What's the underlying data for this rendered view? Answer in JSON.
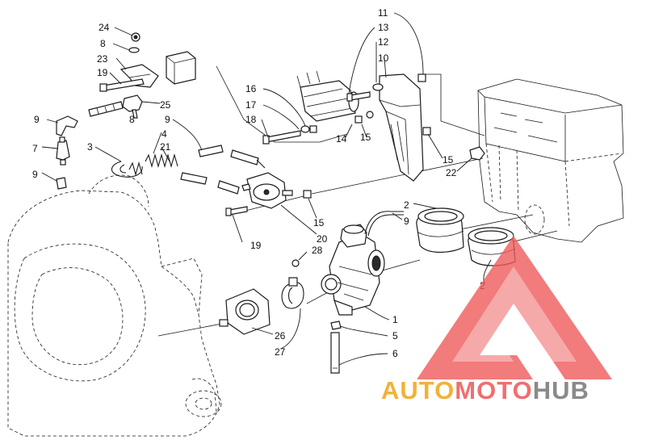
{
  "callouts": [
    {
      "id": "c24",
      "text": "24"
    },
    {
      "id": "c8a",
      "text": "8"
    },
    {
      "id": "c23",
      "text": "23"
    },
    {
      "id": "c19a",
      "text": "19"
    },
    {
      "id": "c25",
      "text": "25"
    },
    {
      "id": "c8b",
      "text": "8"
    },
    {
      "id": "c9a",
      "text": "9"
    },
    {
      "id": "c7",
      "text": "7"
    },
    {
      "id": "c9b",
      "text": "9"
    },
    {
      "id": "c3",
      "text": "3"
    },
    {
      "id": "c4",
      "text": "4"
    },
    {
      "id": "c21",
      "text": "21"
    },
    {
      "id": "c9c",
      "text": "9"
    },
    {
      "id": "c16",
      "text": "16"
    },
    {
      "id": "c17",
      "text": "17"
    },
    {
      "id": "c18",
      "text": "18"
    },
    {
      "id": "c14",
      "text": "14"
    },
    {
      "id": "c15a",
      "text": "15"
    },
    {
      "id": "c11",
      "text": "11"
    },
    {
      "id": "c13",
      "text": "13"
    },
    {
      "id": "c12",
      "text": "12"
    },
    {
      "id": "c10",
      "text": "10"
    },
    {
      "id": "c15b",
      "text": "15"
    },
    {
      "id": "c22",
      "text": "22"
    },
    {
      "id": "c15c",
      "text": "15"
    },
    {
      "id": "c19b",
      "text": "19"
    },
    {
      "id": "c20",
      "text": "20"
    },
    {
      "id": "c2a",
      "text": "2"
    },
    {
      "id": "c9d",
      "text": "9"
    },
    {
      "id": "c28",
      "text": "28"
    },
    {
      "id": "c2b",
      "text": "2"
    },
    {
      "id": "c1",
      "text": "1"
    },
    {
      "id": "c5",
      "text": "5"
    },
    {
      "id": "c6",
      "text": "6"
    },
    {
      "id": "c26",
      "text": "26"
    },
    {
      "id": "c27",
      "text": "27"
    }
  ],
  "watermark": {
    "word_part1": "AUTO",
    "word_part2": "MOTO",
    "word_part3": "HUB",
    "color_part1": "#f2b13a",
    "color_part2": "#ef6f6f",
    "color_part3": "#8a8a8a",
    "logo_color": "#ef5b5b"
  }
}
